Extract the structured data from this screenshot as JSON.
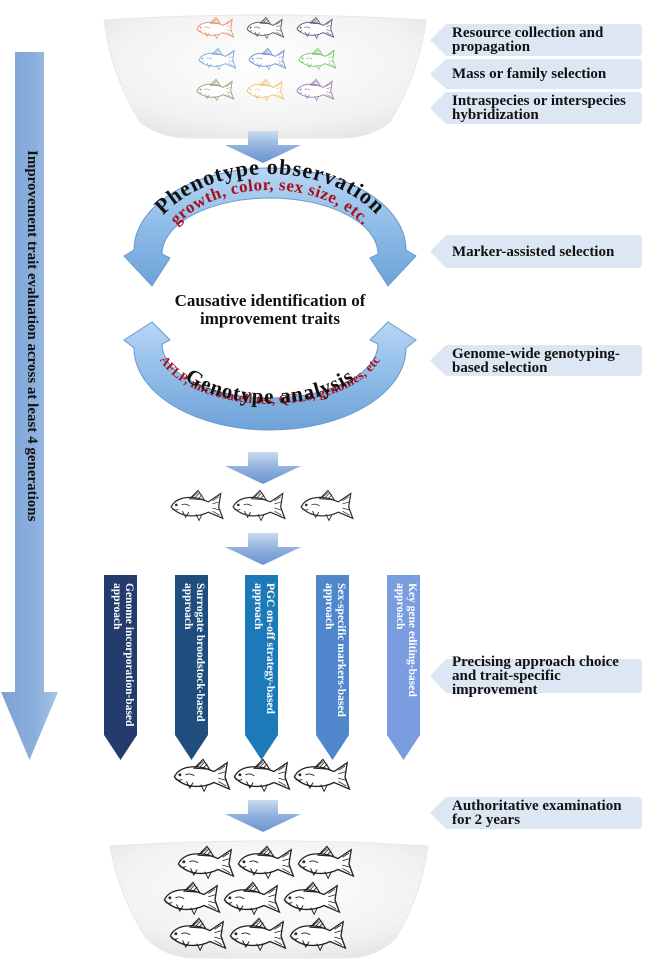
{
  "colors": {
    "callout_fill": "#dde6f3",
    "arrow_blue": "#7fa6d8",
    "arc_fill": "#8fbbe6",
    "arc_text": "#a8101a",
    "approach_colors": [
      "#243c6b",
      "#1f4d7e",
      "#1d7ab9",
      "#4f86cc",
      "#7a9ddf"
    ],
    "top_fish_colors": [
      "#e0906a",
      "#555555",
      "#555577",
      "#7aa6d8",
      "#6b8fd0",
      "#78c070",
      "#9a9a78",
      "#e8c36a",
      "#9a7aaa"
    ]
  },
  "left_arrow": {
    "label": "Improvement trait evaluation across at least  4 generations"
  },
  "callouts": [
    {
      "label": "Resource collection and propagation"
    },
    {
      "label": "Mass or family selection"
    },
    {
      "label": "Intraspecies or interspecies hybridization"
    },
    {
      "label": "Marker-assisted selection"
    },
    {
      "label": "Genome-wide genotyping-based selection"
    },
    {
      "label": "Precising approach choice and trait-specific improvement"
    },
    {
      "label": "Authoritative examination for 2 years"
    }
  ],
  "phenotype": {
    "title": "Phenotype observation",
    "examples": "growth, color, sex size, etc."
  },
  "causative": {
    "label_line1": "Causative identification of",
    "label_line2": "improvement traits"
  },
  "genotype": {
    "title": "Genotype analysis",
    "examples": "AFLP, microsatellites, QTLs, genomes, etc"
  },
  "approaches": [
    {
      "label": "Genome incorporation-based approach"
    },
    {
      "label": "Surrogate broodstock-based approach"
    },
    {
      "label": "PGC on-off strategy-based approach"
    },
    {
      "label": "Sex-specific markers-based approach"
    },
    {
      "label": "Key gene editing-based approach"
    }
  ]
}
